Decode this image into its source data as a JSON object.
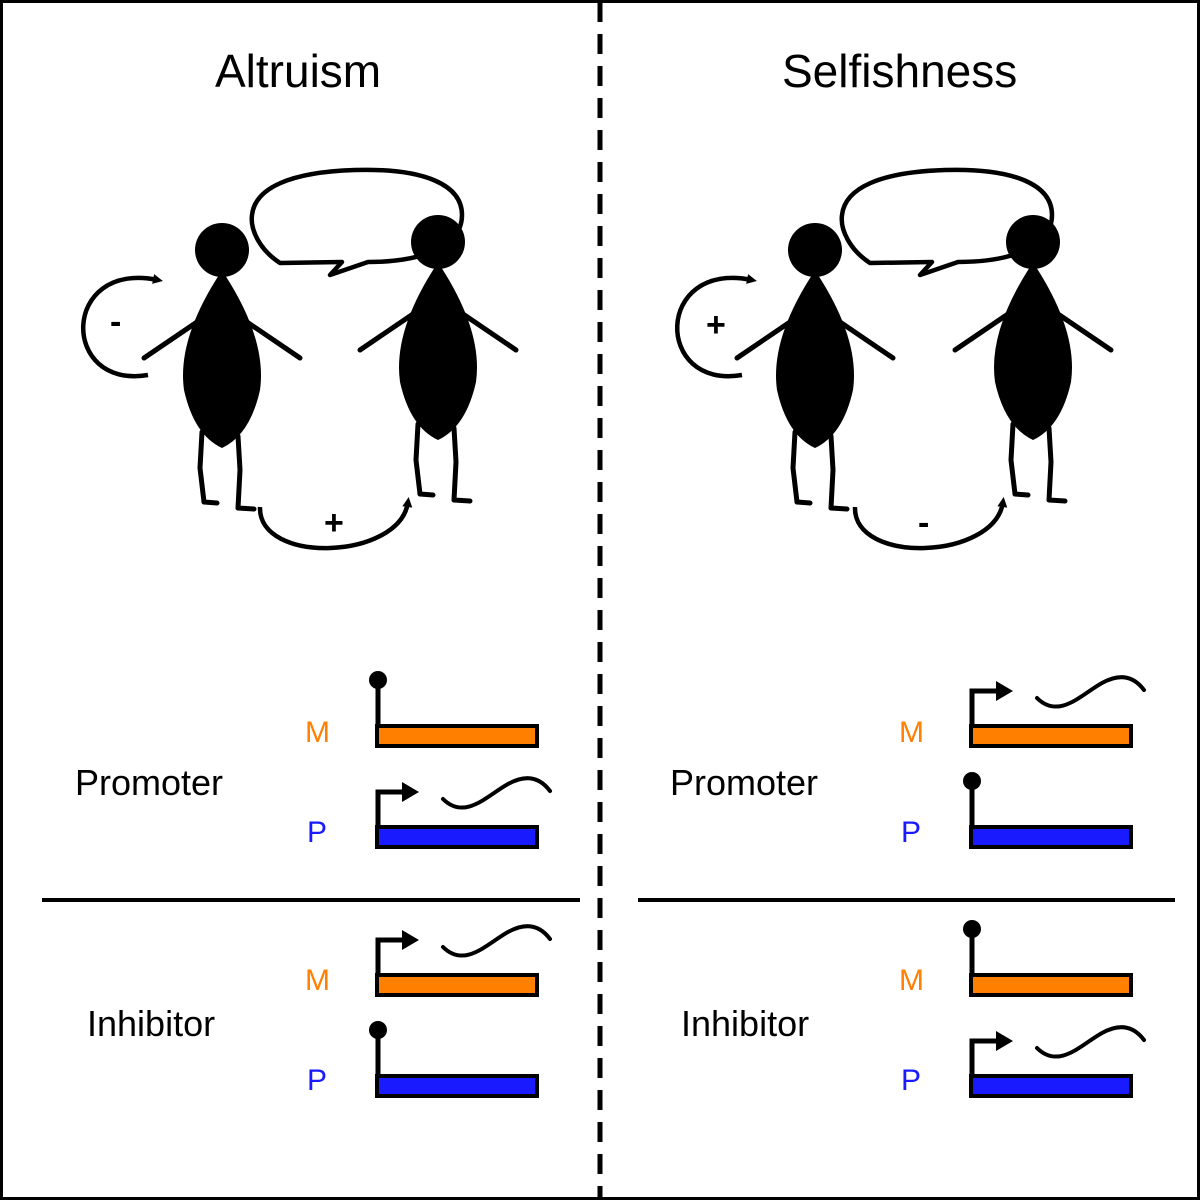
{
  "colors": {
    "maternal": "#ff8000",
    "paternal": "#1a1aff",
    "ink": "#000000"
  },
  "panels": [
    {
      "title": "Altruism",
      "self_sign": "-",
      "other_sign": "+",
      "rows": [
        {
          "label": "Promoter",
          "m_label": "M",
          "p_label": "P",
          "m_state": "silenced",
          "p_state": "expressed"
        },
        {
          "label": "Inhibitor",
          "m_label": "M",
          "p_label": "P",
          "m_state": "expressed",
          "p_state": "silenced"
        }
      ]
    },
    {
      "title": "Selfishness",
      "self_sign": "+",
      "other_sign": "-",
      "rows": [
        {
          "label": "Promoter",
          "m_label": "M",
          "p_label": "P",
          "m_state": "expressed",
          "p_state": "silenced"
        },
        {
          "label": "Inhibitor",
          "m_label": "M",
          "p_label": "P",
          "m_state": "silenced",
          "p_state": "expressed"
        }
      ]
    }
  ]
}
